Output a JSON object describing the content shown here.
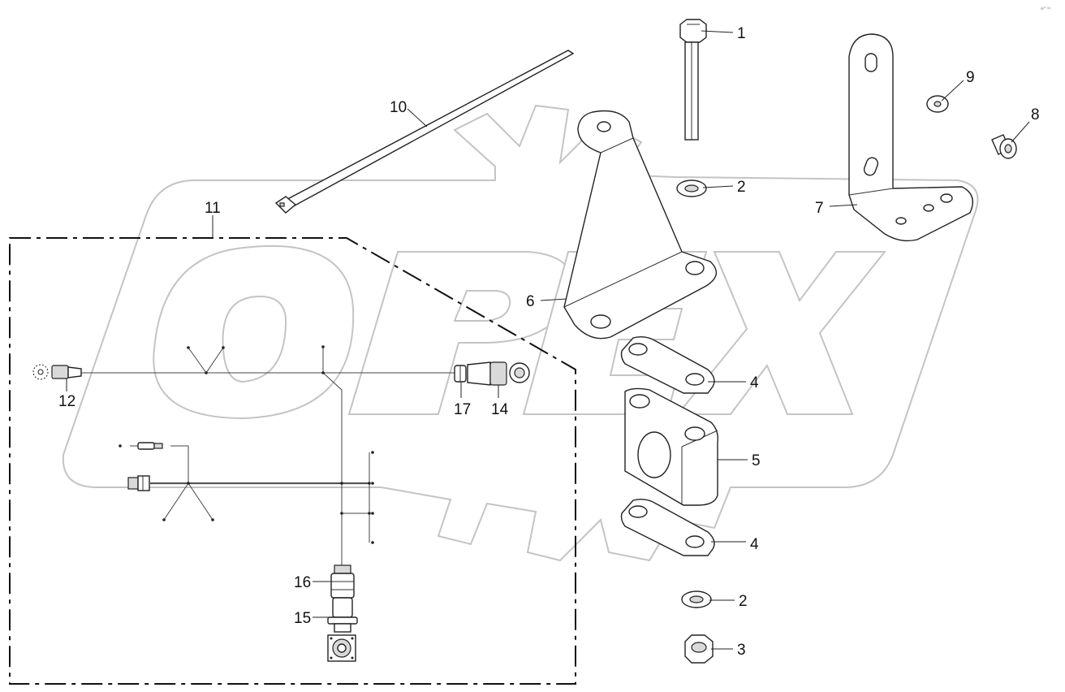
{
  "corner_mark": "a²° ³²¹",
  "callouts": [
    {
      "id": "1",
      "label": "1"
    },
    {
      "id": "2a",
      "label": "2"
    },
    {
      "id": "2b",
      "label": "2"
    },
    {
      "id": "3",
      "label": "3"
    },
    {
      "id": "4a",
      "label": "4"
    },
    {
      "id": "4b",
      "label": "4"
    },
    {
      "id": "5",
      "label": "5"
    },
    {
      "id": "6",
      "label": "6"
    },
    {
      "id": "7",
      "label": "7"
    },
    {
      "id": "8",
      "label": "8"
    },
    {
      "id": "9",
      "label": "9"
    },
    {
      "id": "10",
      "label": "10"
    },
    {
      "id": "11",
      "label": "11"
    },
    {
      "id": "12",
      "label": "12"
    },
    {
      "id": "14",
      "label": "14"
    },
    {
      "id": "15",
      "label": "15"
    },
    {
      "id": "16",
      "label": "16"
    },
    {
      "id": "17",
      "label": "17"
    }
  ],
  "colors": {
    "line": "#222222",
    "watermark": "#c4c4c4",
    "background": "#ffffff"
  }
}
